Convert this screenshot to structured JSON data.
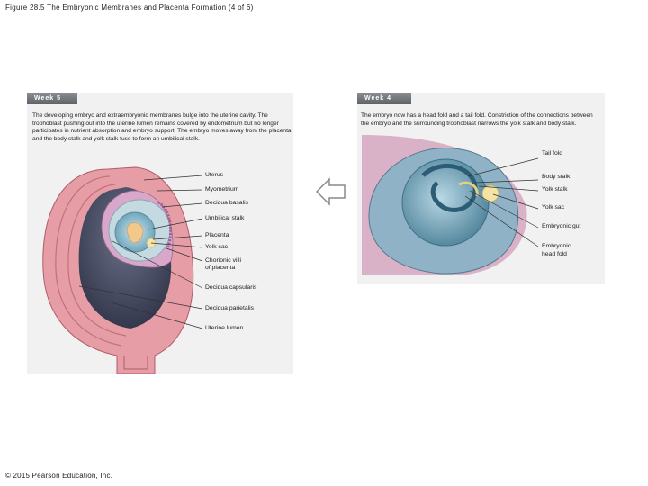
{
  "figure_title": "Figure 28.5 The Embryonic Membranes and Placenta Formation (4 of 6)",
  "copyright": "© 2015 Pearson Education, Inc.",
  "left_panel": {
    "tab": "Week 5",
    "description": "The developing embryo and extraembryonic membranes bulge into the uterine cavity. The trophoblast pushing out into the uterine lumen remains covered by endometrium but no longer participates in nutrient absorption and embryo support. The embryo moves away from the placenta, and the body stalk and yolk stalk fuse to form an umbilical stalk.",
    "labels": {
      "uterus": "Uterus",
      "myometrium": "Myometrium",
      "decidua_basalis": "Decidua basalis",
      "umbilical_stalk": "Umbilical stalk",
      "placenta": "Placenta",
      "yolk_sac": "Yolk sac",
      "chorionic_villi_1": "Chorionic villi",
      "chorionic_villi_2": "of placenta",
      "decidua_capsularis": "Decidua capsularis",
      "decidua_parietalis": "Decidua parietalis",
      "uterine_lumen": "Uterine lumen"
    }
  },
  "right_panel": {
    "tab": "Week 4",
    "description": "The embryo now has a head fold and a tail fold. Constriction of the connections between the embryo and the surrounding trophoblast narrows the yolk stalk and body stalk.",
    "labels": {
      "tail_fold": "Tail fold",
      "body_stalk": "Body stalk",
      "yolk_stalk": "Yolk stalk",
      "yolk_sac": "Yolk sac",
      "embryonic_gut": "Embryonic gut",
      "embryonic_head_fold_1": "Embryonic",
      "embryonic_head_fold_2": "head fold"
    }
  },
  "arrow_direction": "left"
}
